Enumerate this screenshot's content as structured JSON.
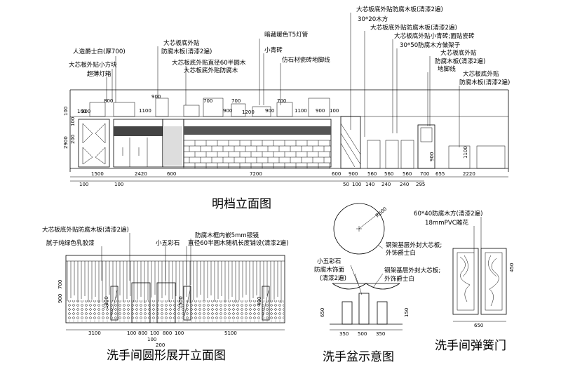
{
  "titles": {
    "main": "明档立面图",
    "round": "洗手间圆形展开立面图",
    "basin": "洗手盆示意图",
    "door": "洗手间弹簧门"
  },
  "main_labels": [
    "人造爵士白(厚700)",
    "大芯板外贴小方块",
    "超薄灯箱",
    "大芯板底外贴",
    "防腐木板(清漆2遍)",
    "大芯板底外贴直径60半圆木",
    "大芯板底外贴防腐木",
    "暗藏暖色T5灯管",
    "小青砖",
    "仿石材瓷砖地脚线",
    "大芯板底外贴防腐木板(清漆2遍)",
    "30*20木方",
    "大芯板底外贴防腐木板(清漆2遍)",
    "大芯板底外贴小青砖;面贴瓷砖",
    "30*50防腐木方做架子",
    "大芯板底外贴",
    "防腐木板(清漆2遍)",
    "地脚线",
    "大芯板底外贴",
    "防腐木板(清漆2遍)"
  ],
  "main_dims_top": [
    "100",
    "900",
    "800",
    "1100",
    "900",
    "700",
    "900",
    "700",
    "1200",
    "900",
    "700",
    "1100",
    "900",
    "100"
  ],
  "main_dims_side": [
    "100",
    "2900",
    "200",
    "100",
    "900",
    "1100"
  ],
  "main_dims_bottom": [
    "1500",
    "2420",
    "600",
    "7200",
    "600",
    "900",
    "560",
    "560",
    "560",
    "700",
    "655",
    "2220"
  ],
  "main_dims_bottom2": [
    "100",
    "100",
    "50",
    "100",
    "140",
    "240",
    "240",
    "295"
  ],
  "round_labels": [
    "大芯板底外贴防腐木板(清漆2遍)",
    "腻子纯绿色乳胶漆",
    "小五彩石",
    "防腐木框内嵌5mm银镜",
    "直径60半圆木随机长度铺设(清漆2遍)"
  ],
  "round_dims_bottom": [
    "3100",
    "100",
    "800",
    "100",
    "800",
    "100",
    "5100"
  ],
  "round_dims_bottom2": [
    "100",
    "200"
  ],
  "round_dims_side": [
    "700",
    "900",
    "1800",
    "1500",
    "400"
  ],
  "basin_labels": [
    "钢架基层外封大芯板;",
    "外饰爵士白",
    "小五彩石",
    "防腐木饰面",
    "(清漆2遍)",
    "钢架基层外封大芯板;",
    "外饰爵士白"
  ],
  "basin_dims": [
    "R600",
    "650",
    "350",
    "500",
    "350",
    "150"
  ],
  "door_labels": [
    "60*40防腐木方(清漆2遍)",
    "18mmPVC雕花"
  ],
  "door_dims": [
    "650",
    "450"
  ]
}
